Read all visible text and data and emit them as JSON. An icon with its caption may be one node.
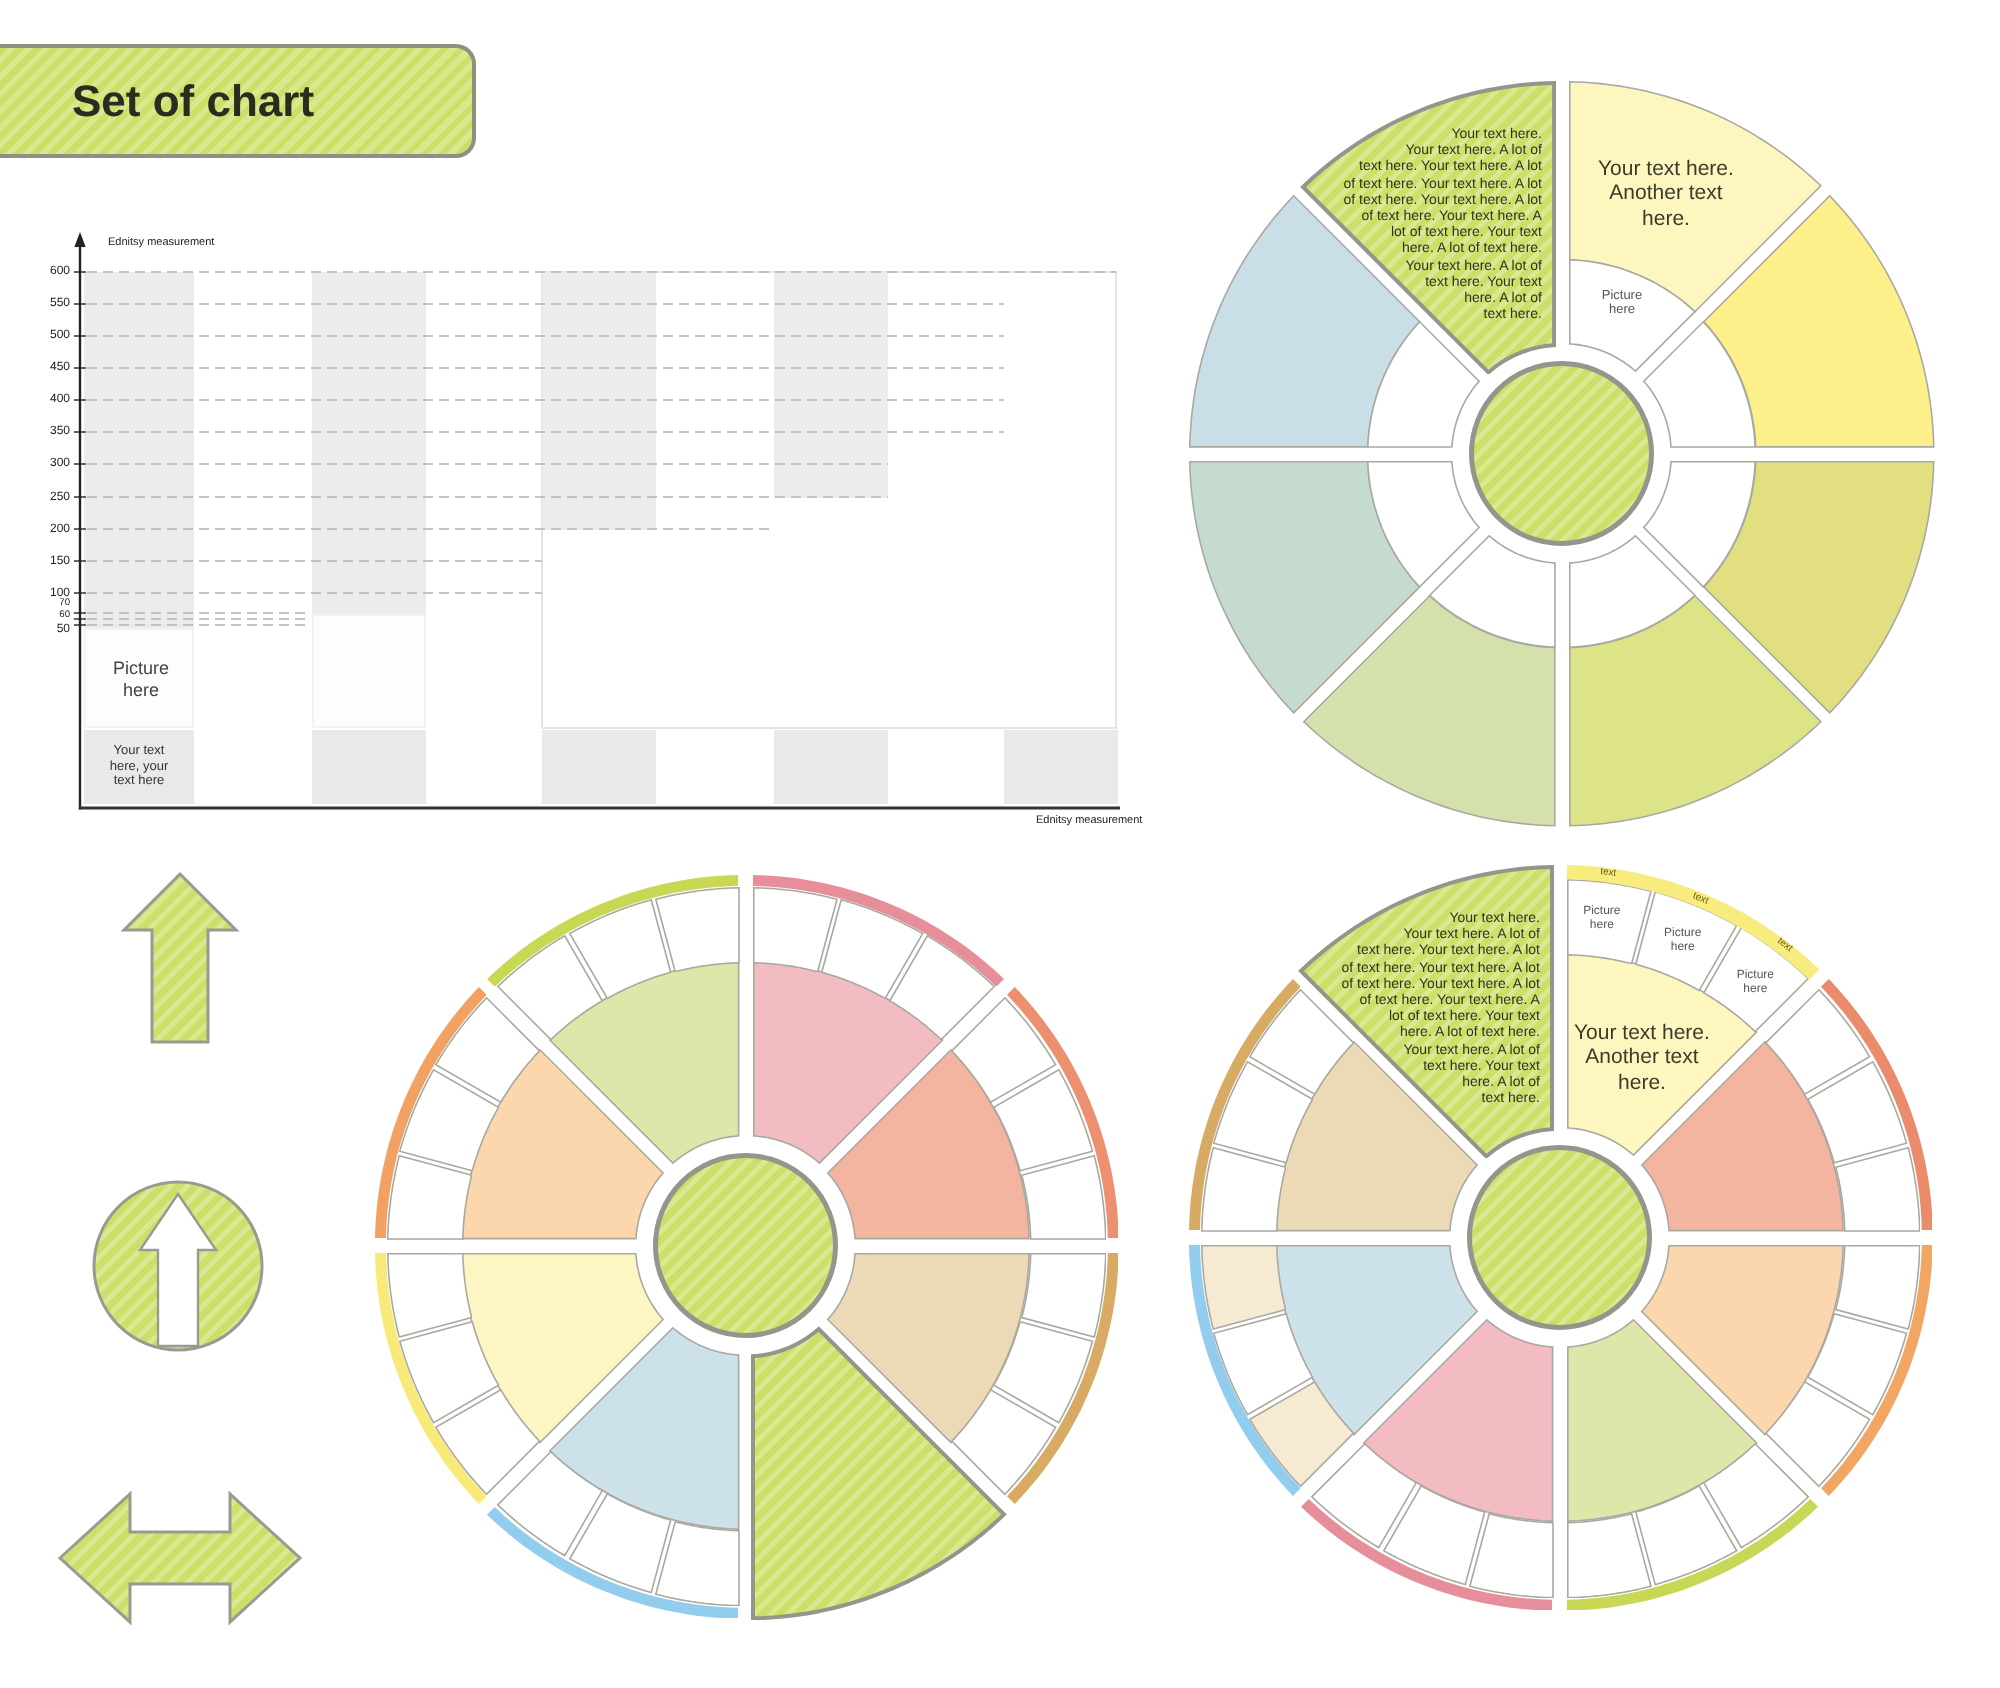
{
  "diagram": {
    "title": "Set of chart",
    "nodes": [
      {
        "text": [],
        "shape": "bar"
      },
      {
        "text": [],
        "shape": "bar"
      },
      {
        "text": [],
        "shape": "bar"
      },
      {
        "text": [],
        "shape": "bar"
      },
      {
        "text": [
          "Picture here"
        ]
      },
      {
        "text": [
          "Your text here, your text here"
        ]
      },
      {
        "text": [],
        "shape": "box"
      },
      {
        "text": [],
        "shape": "box"
      },
      {
        "text": [],
        "shape": "box"
      },
      {
        "text": [],
        "shape": "box"
      },
      {
        "text": [],
        "shape": "box"
      },
      {
        "text": [
          "Your text here. Your text here. A lot of text here. Your text here. A lot of text here. Your text here. A lot of text here. Your text here. A lot of text here. Your text here. A lot of text here. Your text here. A lot of text here. Your text here. A lot of text here. Your text here. A lot of text here."
        ]
      },
      {
        "text": [
          "Your text here. Another text here."
        ]
      },
      {
        "text": [
          "Picture here"
        ]
      },
      {
        "text": [],
        "shape": "wedge"
      },
      {
        "text": [],
        "shape": "wedge"
      },
      {
        "text": [],
        "shape": "wedge"
      },
      {
        "text": [],
        "shape": "wedge"
      },
      {
        "text": [],
        "shape": "wedge"
      },
      {
        "text": [],
        "shape": "wedge"
      },
      {
        "text": [],
        "shape": "segment"
      },
      {
        "text": [],
        "shape": "segment"
      },
      {
        "text": [],
        "shape": "segment"
      },
      {
        "text": [],
        "shape": "segment"
      },
      {
        "text": [],
        "shape": "segment"
      },
      {
        "text": [],
        "shape": "segment"
      },
      {
        "text": [],
        "shape": "circle"
      },
      {
        "text": [],
        "shape": "wedge"
      },
      {
        "text": [],
        "shape": "segment"
      },
      {
        "text": [],
        "shape": "segment"
      },
      {
        "text": [],
        "shape": "segment"
      },
      {
        "text": [],
        "shape": "arc"
      },
      {
        "text": [],
        "shape": "wedge"
      },
      {
        "text": [],
        "shape": "segment"
      },
      {
        "text": [],
        "shape": "segment"
      },
      {
        "text": [],
        "shape": "segment"
      },
      {
        "text": [],
        "shape": "arc"
      },
      {
        "text": [],
        "shape": "wedge"
      },
      {
        "text": [],
        "shape": "segment"
      },
      {
        "text": [],
        "shape": "segment"
      },
      {
        "text": [],
        "shape": "segment"
      },
      {
        "text": [],
        "shape": "arc"
      },
      {
        "text": [],
        "shape": "wedge"
      },
      {
        "text": [],
        "shape": "wedge"
      },
      {
        "text": [],
        "shape": "segment"
      },
      {
        "text": [],
        "shape": "segment"
      },
      {
        "text": [],
        "shape": "segment"
      },
      {
        "text": [],
        "shape": "arc"
      },
      {
        "text": [],
        "shape": "wedge"
      },
      {
        "text": [],
        "shape": "segment"
      },
      {
        "text": [],
        "shape": "segment"
      },
      {
        "text": [],
        "shape": "segment"
      },
      {
        "text": [],
        "shape": "arc"
      },
      {
        "text": [],
        "shape": "wedge"
      },
      {
        "text": [],
        "shape": "segment"
      },
      {
        "text": [],
        "shape": "segment"
      },
      {
        "text": [],
        "shape": "segment"
      },
      {
        "text": [],
        "shape": "arc"
      },
      {
        "text": [],
        "shape": "wedge"
      },
      {
        "text": [],
        "shape": "segment"
      },
      {
        "text": [],
        "shape": "segment"
      },
      {
        "text": [],
        "shape": "segment"
      },
      {
        "text": [],
        "shape": "arc"
      },
      {
        "text": [],
        "shape": "circle"
      },
      {
        "text": [
          "Your text here. Your text here. A lot of text here. Your text here. A lot of text here. Your text here. A lot of text here. Your text here. A lot of text here. Your text here. A lot of text here. Your text here. A lot of text here. Your text here. A lot of text here. Your text here. A lot of text here."
        ]
      },
      {
        "text": [
          "Your text here. Another text here."
        ]
      },
      {
        "text": [
          "Picture here"
        ]
      },
      {
        "text": [
          "Picture here"
        ]
      },
      {
        "text": [
          "Picture here"
        ]
      },
      {
        "text": [
          "text",
          "text",
          "text"
        ]
      },
      {
        "text": [],
        "shape": "wedge"
      },
      {
        "text": [],
        "shape": "segment"
      },
      {
        "text": [],
        "shape": "segment"
      },
      {
        "text": [],
        "shape": "segment"
      },
      {
        "text": [],
        "shape": "arc"
      },
      {
        "text": [],
        "shape": "wedge"
      },
      {
        "text": [],
        "shape": "segment"
      },
      {
        "text": [],
        "shape": "segment"
      },
      {
        "text": [],
        "shape": "segment"
      },
      {
        "text": [],
        "shape": "arc"
      },
      {
        "text": [],
        "shape": "wedge"
      },
      {
        "text": [],
        "shape": "segment"
      },
      {
        "text": [],
        "shape": "segment"
      },
      {
        "text": [],
        "shape": "segment"
      },
      {
        "text": [],
        "shape": "arc"
      },
      {
        "text": [],
        "shape": "wedge"
      },
      {
        "text": [],
        "shape": "segment"
      },
      {
        "text": [],
        "shape": "segment"
      },
      {
        "text": [],
        "shape": "segment"
      },
      {
        "text": [],
        "shape": "arc"
      },
      {
        "text": [],
        "shape": "wedge"
      },
      {
        "text": [],
        "shape": "segment"
      },
      {
        "text": [],
        "shape": "segment"
      },
      {
        "text": [],
        "shape": "segment"
      },
      {
        "text": [],
        "shape": "arc"
      },
      {
        "text": [],
        "shape": "wedge"
      },
      {
        "text": [],
        "shape": "segment"
      },
      {
        "text": [],
        "shape": "segment"
      },
      {
        "text": [],
        "shape": "segment"
      },
      {
        "text": [],
        "shape": "arc"
      },
      {
        "text": [],
        "shape": "circle"
      }
    ],
    "labels": [
      "Ednitsy measurement",
      "600",
      "550",
      "500",
      "450",
      "400",
      "350",
      "300",
      "250",
      "200",
      "150",
      "100",
      "70",
      "60",
      "50",
      "Ednitsy measurement"
    ]
  }
}
